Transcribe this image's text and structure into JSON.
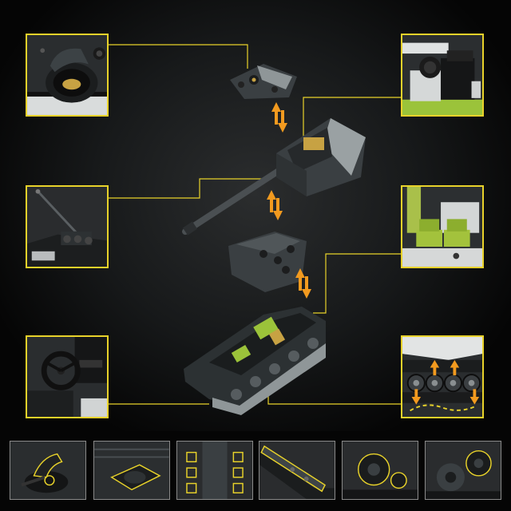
{
  "colors": {
    "accent_yellow": "#e8d22a",
    "arrow_orange": "#f29a1f",
    "armor_dark": "#3a3f42",
    "armor_grey": "#8f9698",
    "interior_green": "#9bc33a",
    "background": "#000000"
  },
  "callouts": [
    {
      "id": "hatch-detail",
      "icon": "hatch-icon"
    },
    {
      "id": "engine-detail",
      "icon": "engine-icon"
    },
    {
      "id": "antenna-detail",
      "icon": "antenna-icon"
    },
    {
      "id": "crew-seats-detail",
      "icon": "seat-icon"
    },
    {
      "id": "steering-wheel-detail",
      "icon": "steering-wheel-icon"
    },
    {
      "id": "suspension-detail",
      "icon": "suspension-icon"
    }
  ],
  "exploded_parts": [
    {
      "id": "turret-roof-plate"
    },
    {
      "id": "turret-with-gun"
    },
    {
      "id": "hull-top-plate"
    },
    {
      "id": "hull-chassis"
    }
  ],
  "thumbnails": [
    {
      "id": "thumb-hatch-gun-mount",
      "icon": "gun-mount-icon"
    },
    {
      "id": "thumb-round-plate",
      "icon": "round-plate-icon"
    },
    {
      "id": "thumb-yellow-brackets",
      "icon": "bracket-icon"
    },
    {
      "id": "thumb-hull-rail",
      "icon": "rail-icon"
    },
    {
      "id": "thumb-drive-wheel",
      "icon": "drive-wheel-icon"
    },
    {
      "id": "thumb-road-wheel",
      "icon": "road-wheel-icon"
    }
  ]
}
